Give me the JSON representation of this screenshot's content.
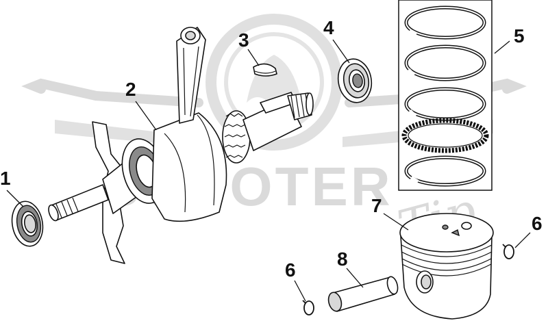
{
  "watermark": {
    "text": "SCOOTER",
    "script_text": "Tip",
    "gray": "#d6d6d6"
  },
  "callouts": {
    "c1": "1",
    "c2": "2",
    "c3": "3",
    "c4": "4",
    "c5": "5",
    "c6a": "6",
    "c6b": "6",
    "c7": "7",
    "c8": "8"
  },
  "colors": {
    "line": "#111111",
    "fill": "#ffffff",
    "shade": "#8a8a8a"
  }
}
